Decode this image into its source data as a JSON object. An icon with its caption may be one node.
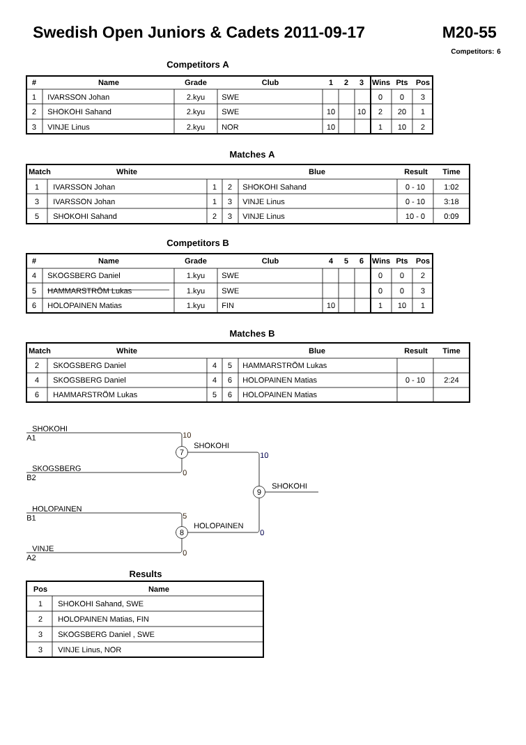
{
  "diagram": {
    "title": "Swedish Open Juniors & Cadets 2011-09-17",
    "nodes": [
      {
        "text": [
          "SHOKOHI"
        ],
        "beside": [
          "A1"
        ]
      },
      {
        "text": [
          "SKOGSBERG"
        ],
        "beside": [
          "B2"
        ]
      },
      {
        "text": [
          "HOLOPAINEN"
        ],
        "beside": [
          "B1"
        ]
      },
      {
        "text": [
          "VINJE"
        ],
        "beside": [
          "A2"
        ]
      },
      {
        "text": [
          "7"
        ]
      },
      {
        "text": [
          "8"
        ]
      },
      {
        "text": [
          "9"
        ]
      }
    ],
    "edges": [
      {
        "from": 0,
        "to": 4,
        "arrow": "none"
      },
      {
        "from": 1,
        "to": 4,
        "arrow": "none"
      },
      {
        "from": 2,
        "to": 5,
        "arrow": "none"
      },
      {
        "from": 3,
        "to": 5,
        "arrow": "none"
      },
      {
        "from": 4,
        "to": 6,
        "arrow": "none",
        "label": "SHOKOHI"
      },
      {
        "from": 5,
        "to": 6,
        "arrow": "none",
        "label": "HOLOPAINEN"
      },
      {
        "from": 6,
        "to": null,
        "arrow": "none",
        "label": "SHOKOHI"
      }
    ],
    "labels": [
      "M20-55",
      "Competitors: 6",
      "Competitors A",
      "#",
      "Name",
      "Grade",
      "Club",
      "1",
      "2",
      "3",
      "Wins",
      "Pts",
      "Pos",
      "1",
      "IVARSSON Johan",
      "2.kyu",
      "SWE",
      "0",
      "0",
      "3",
      "2",
      "SHOKOHI Sahand",
      "2.kyu",
      "SWE",
      "10",
      "10",
      "2",
      "20",
      "1",
      "3",
      "VINJE Linus",
      "2.kyu",
      "NOR",
      "10",
      "1",
      "10",
      "2",
      "Matches A",
      "Match",
      "White",
      "Blue",
      "Result",
      "Time",
      "1",
      "IVARSSON Johan",
      "1",
      "2",
      "SHOKOHI Sahand",
      "0 - 10",
      "1:02",
      "3",
      "IVARSSON Johan",
      "1",
      "3",
      "VINJE Linus",
      "0 - 10",
      "3:18",
      "5",
      "SHOKOHI Sahand",
      "2",
      "3",
      "VINJE Linus",
      "10 - 0",
      "0:09",
      "Competitors B",
      "#",
      "Name",
      "Grade",
      "Club",
      "4",
      "5",
      "6",
      "Wins",
      "Pts",
      "Pos",
      "4",
      "SKOGSBERG Daniel",
      "1.kyu",
      "SWE",
      "0",
      "0",
      "2",
      "5",
      "HAMMARSTRÖM Lukas",
      "1.kyu",
      "SWE",
      "0",
      "0",
      "3",
      "6",
      "HOLOPAINEN Matias",
      "1.kyu",
      "FIN",
      "10",
      "1",
      "10",
      "1",
      "Matches B",
      "Match",
      "White",
      "Blue",
      "Result",
      "Time",
      "2",
      "SKOGSBERG Daniel",
      "4",
      "5",
      "HAMMARSTRÖM Lukas",
      "4",
      "SKOGSBERG Daniel",
      "4",
      "6",
      "HOLOPAINEN Matias",
      "0 - 10",
      "2:24",
      "6",
      "HAMMARSTRÖM Lukas",
      "5",
      "6",
      "HOLOPAINEN Matias",
      "10",
      "0",
      "5",
      "0",
      "10",
      "0",
      "Results",
      "Pos",
      "Name",
      "1",
      "SHOKOHI Sahand, SWE",
      "2",
      "HOLOPAINEN Matias, FIN",
      "3",
      "SKOGSBERG Daniel , SWE",
      "3",
      "VINJE Linus, NOR"
    ]
  }
}
